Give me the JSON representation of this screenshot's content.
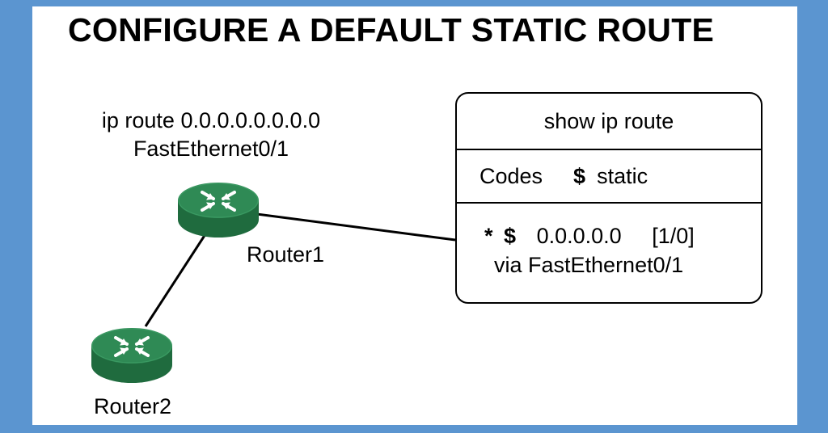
{
  "title": "CONFIGURE A DEFAULT STATIC ROUTE",
  "command": {
    "line1": "ip route 0.0.0.0.0.0.0.0",
    "line2": "FastEthernet0/1"
  },
  "routers": [
    {
      "label": "Router1"
    },
    {
      "label": "Router2"
    }
  ],
  "panel": {
    "header": "show ip route",
    "codes_label": "Codes",
    "codes_symbol": "$",
    "codes_meaning": "static",
    "route": {
      "flag": "*",
      "symbol": "$",
      "network": "0.0.0.0.0",
      "metric": "[1/0]",
      "via": "via FastEthernet0/1"
    }
  },
  "colors": {
    "background_frame": "#5b95d0",
    "router_top": "#2f8a55",
    "router_side": "#1f6b3e"
  }
}
